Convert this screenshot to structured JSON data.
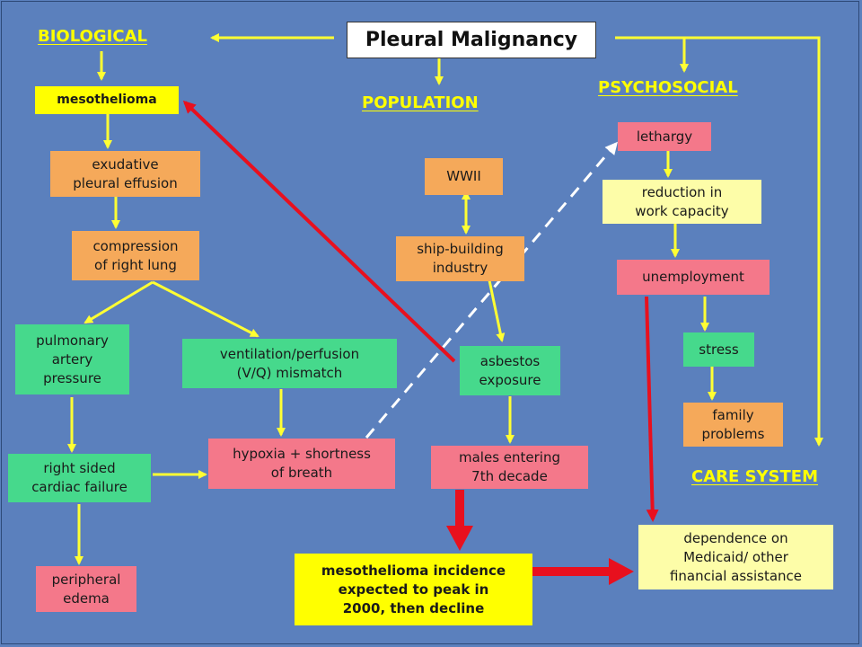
{
  "title": "Pleural Malignancy",
  "headings": {
    "biological": "BIOLOGICAL",
    "population": "POPULATION",
    "psychosocial": "PSYCHOSOCIAL",
    "care_system": "CARE SYSTEM"
  },
  "biological": {
    "mesothelioma": "mesothelioma",
    "exudative": "exudative\npleural effusion",
    "compression": "compression\nof right lung",
    "pulmonary": "pulmonary\nartery\npressure",
    "vq_mismatch": "ventilation/perfusion\n(V/Q) mismatch",
    "right_sided": "right sided\ncardiac failure",
    "hypoxia": "hypoxia + shortness\nof breath",
    "edema": "peripheral\nedema"
  },
  "population": {
    "wwii": "WWII",
    "shipbuilding": "ship-building\nindustry",
    "asbestos": "asbestos\nexposure",
    "males": "males entering\n7th decade",
    "incidence": "mesothelioma incidence\nexpected to peak in\n2000, then decline"
  },
  "psychosocial": {
    "lethargy": "lethargy",
    "reduction": "reduction in\nwork capacity",
    "unemployment": "unemployment",
    "stress": "stress",
    "family": "family\nproblems"
  },
  "care_system": {
    "dependence": "dependence on\nMedicaid/ other\nfinancial assistance"
  },
  "colors": {
    "background": "#5b80bd",
    "arrow_yellow": "#ffff33",
    "arrow_red": "#e8101e",
    "arrow_dashed": "#ffffff",
    "box_orange": "#f5a95a",
    "box_green": "#46d98c",
    "box_pink": "#f4788a",
    "box_yellow": "#ffff00",
    "box_cream": "#fdfda8",
    "heading_text": "#ffff00"
  }
}
